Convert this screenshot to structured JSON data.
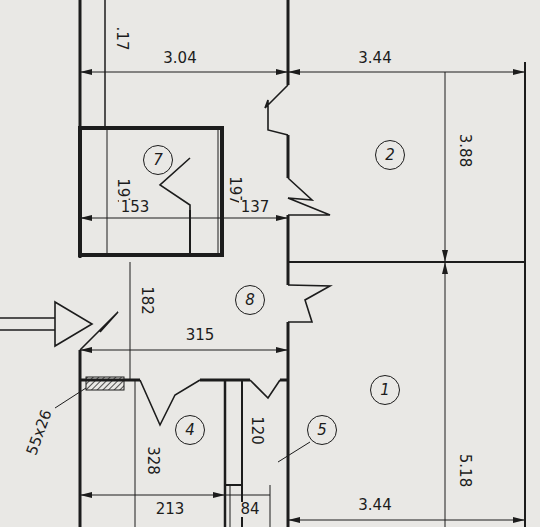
{
  "diagram": {
    "nodes": [
      {
        "text": [
          "7"
        ]
      },
      {
        "text": [
          "2"
        ]
      },
      {
        "text": [
          "8"
        ]
      },
      {
        "text": [
          "1"
        ]
      },
      {
        "text": [
          "4"
        ]
      },
      {
        "text": [
          "5"
        ]
      }
    ],
    "labels": [
      "3.04",
      "3.44",
      "3.88",
      "197",
      "197",
      "153",
      "137",
      "182",
      "315",
      "328",
      "120",
      "213",
      "84",
      "3.44",
      "5.18",
      "55x26",
      ".17"
    ]
  }
}
